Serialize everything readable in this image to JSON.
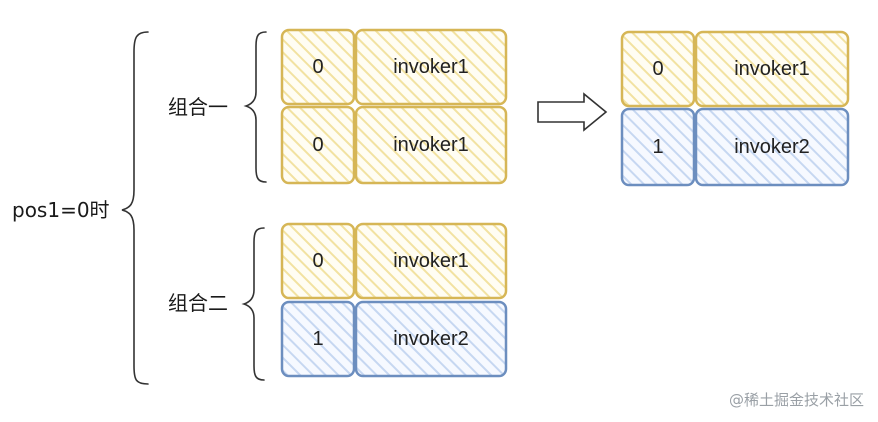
{
  "colors": {
    "yellow_stroke": "#d6b656",
    "yellow_hatch": "#f5e6a8",
    "blue_stroke": "#6c8ebf",
    "blue_hatch": "#c9d9f2",
    "bracket": "#333333"
  },
  "labels": {
    "root": "pos1=0时",
    "group1": "组合一",
    "group2": "组合二"
  },
  "groups": {
    "group1": {
      "rows": [
        {
          "index": "0",
          "invoker": "invoker1",
          "color": "yellow"
        },
        {
          "index": "0",
          "invoker": "invoker1",
          "color": "yellow"
        }
      ]
    },
    "group2": {
      "rows": [
        {
          "index": "0",
          "invoker": "invoker1",
          "color": "yellow"
        },
        {
          "index": "1",
          "invoker": "invoker2",
          "color": "blue"
        }
      ]
    },
    "result": {
      "rows": [
        {
          "index": "0",
          "invoker": "invoker1",
          "color": "yellow"
        },
        {
          "index": "1",
          "invoker": "invoker2",
          "color": "blue"
        }
      ]
    }
  },
  "arrow": {
    "icon": "right-arrow-icon"
  },
  "watermark": "@稀土掘金技术社区"
}
